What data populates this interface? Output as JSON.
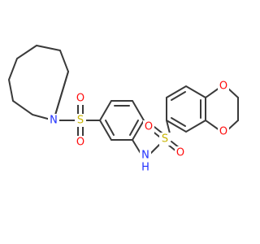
{
  "molecule": {
    "atoms": {
      "n_ring": {
        "text": "N",
        "color": "#2030ff"
      },
      "s_left": {
        "text": "S",
        "color": "#c8b400"
      },
      "o_left_top": {
        "text": "O",
        "color": "#ff0d0d"
      },
      "o_left_bottom": {
        "text": "O",
        "color": "#ff0d0d"
      },
      "nh": {
        "text": "N",
        "color": "#2030ff"
      },
      "nh_h": {
        "text": "H",
        "color": "#2030ff"
      },
      "s_right": {
        "text": "S",
        "color": "#c8b400"
      },
      "o_right_top": {
        "text": "O",
        "color": "#ff0d0d"
      },
      "o_right_bottom": {
        "text": "O",
        "color": "#ff0d0d"
      },
      "o_diox_top": {
        "text": "O",
        "color": "#ff0d0d"
      },
      "o_diox_bottom": {
        "text": "O",
        "color": "#ff0d0d"
      }
    },
    "bond_color": "#3a3a3a"
  }
}
